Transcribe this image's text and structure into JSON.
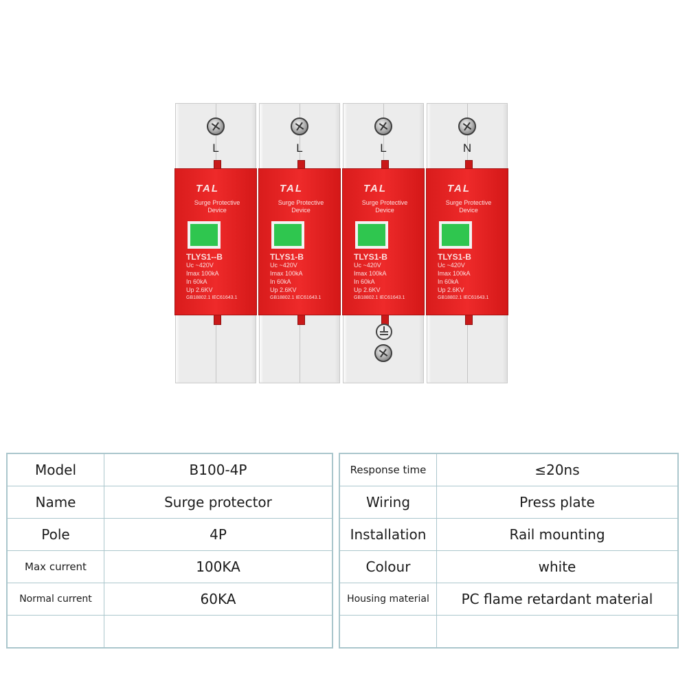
{
  "product": {
    "modules": [
      {
        "pole": "L",
        "brand": "TAL",
        "subtitle": "Surge Protective Device",
        "model": "TLYS1--B",
        "specs": [
          "Uc   ~420V",
          "Imax  100kA",
          "In    60kA",
          "Up    2.6KV"
        ],
        "standards": "GB18802.1 IEC61643.1"
      },
      {
        "pole": "L",
        "brand": "TAL",
        "subtitle": "Surge Protective Device",
        "model": "TLYS1-B",
        "specs": [
          "Uc   ~420V",
          "Imax  100kA",
          "In    60kA",
          "Up    2.6KV"
        ],
        "standards": "GB18802.1 IEC61643.1"
      },
      {
        "pole": "L",
        "brand": "TAL",
        "subtitle": "Surge Protective Device",
        "model": "TLYS1-B",
        "specs": [
          "Uc   ~420V",
          "Imax  100kA",
          "In    60kA",
          "Up    2.6KV"
        ],
        "standards": "GB18802.1 IEC61643.1"
      },
      {
        "pole": "N",
        "brand": "TAL",
        "subtitle": "Surge Protective Device",
        "model": "TLYS1-B",
        "specs": [
          "Uc   ~420V",
          "Imax  100kA",
          "In    60kA",
          "Up    2.6KV"
        ],
        "standards": "GB18802.1 IEC61643.1"
      }
    ],
    "colors": {
      "cover": "#e52222",
      "window": "#2fc64f",
      "housing": "#ececec"
    }
  },
  "left_table": {
    "rows": [
      {
        "label": "Model",
        "value": "B100-4P"
      },
      {
        "label": "Name",
        "value": "Surge protector"
      },
      {
        "label": "Pole",
        "value": "4P"
      },
      {
        "label": "Max current",
        "value": "100KA"
      },
      {
        "label": "Normal current",
        "value": "60KA"
      },
      {
        "label": "",
        "value": ""
      }
    ]
  },
  "right_table": {
    "rows": [
      {
        "label": "Response time",
        "value": "≤20ns"
      },
      {
        "label": "Wiring",
        "value": "Press plate"
      },
      {
        "label": "Installation",
        "value": "Rail mounting"
      },
      {
        "label": "Colour",
        "value": "white"
      },
      {
        "label": "Housing material",
        "value": "PC flame retardant material"
      },
      {
        "label": "",
        "value": ""
      }
    ]
  }
}
